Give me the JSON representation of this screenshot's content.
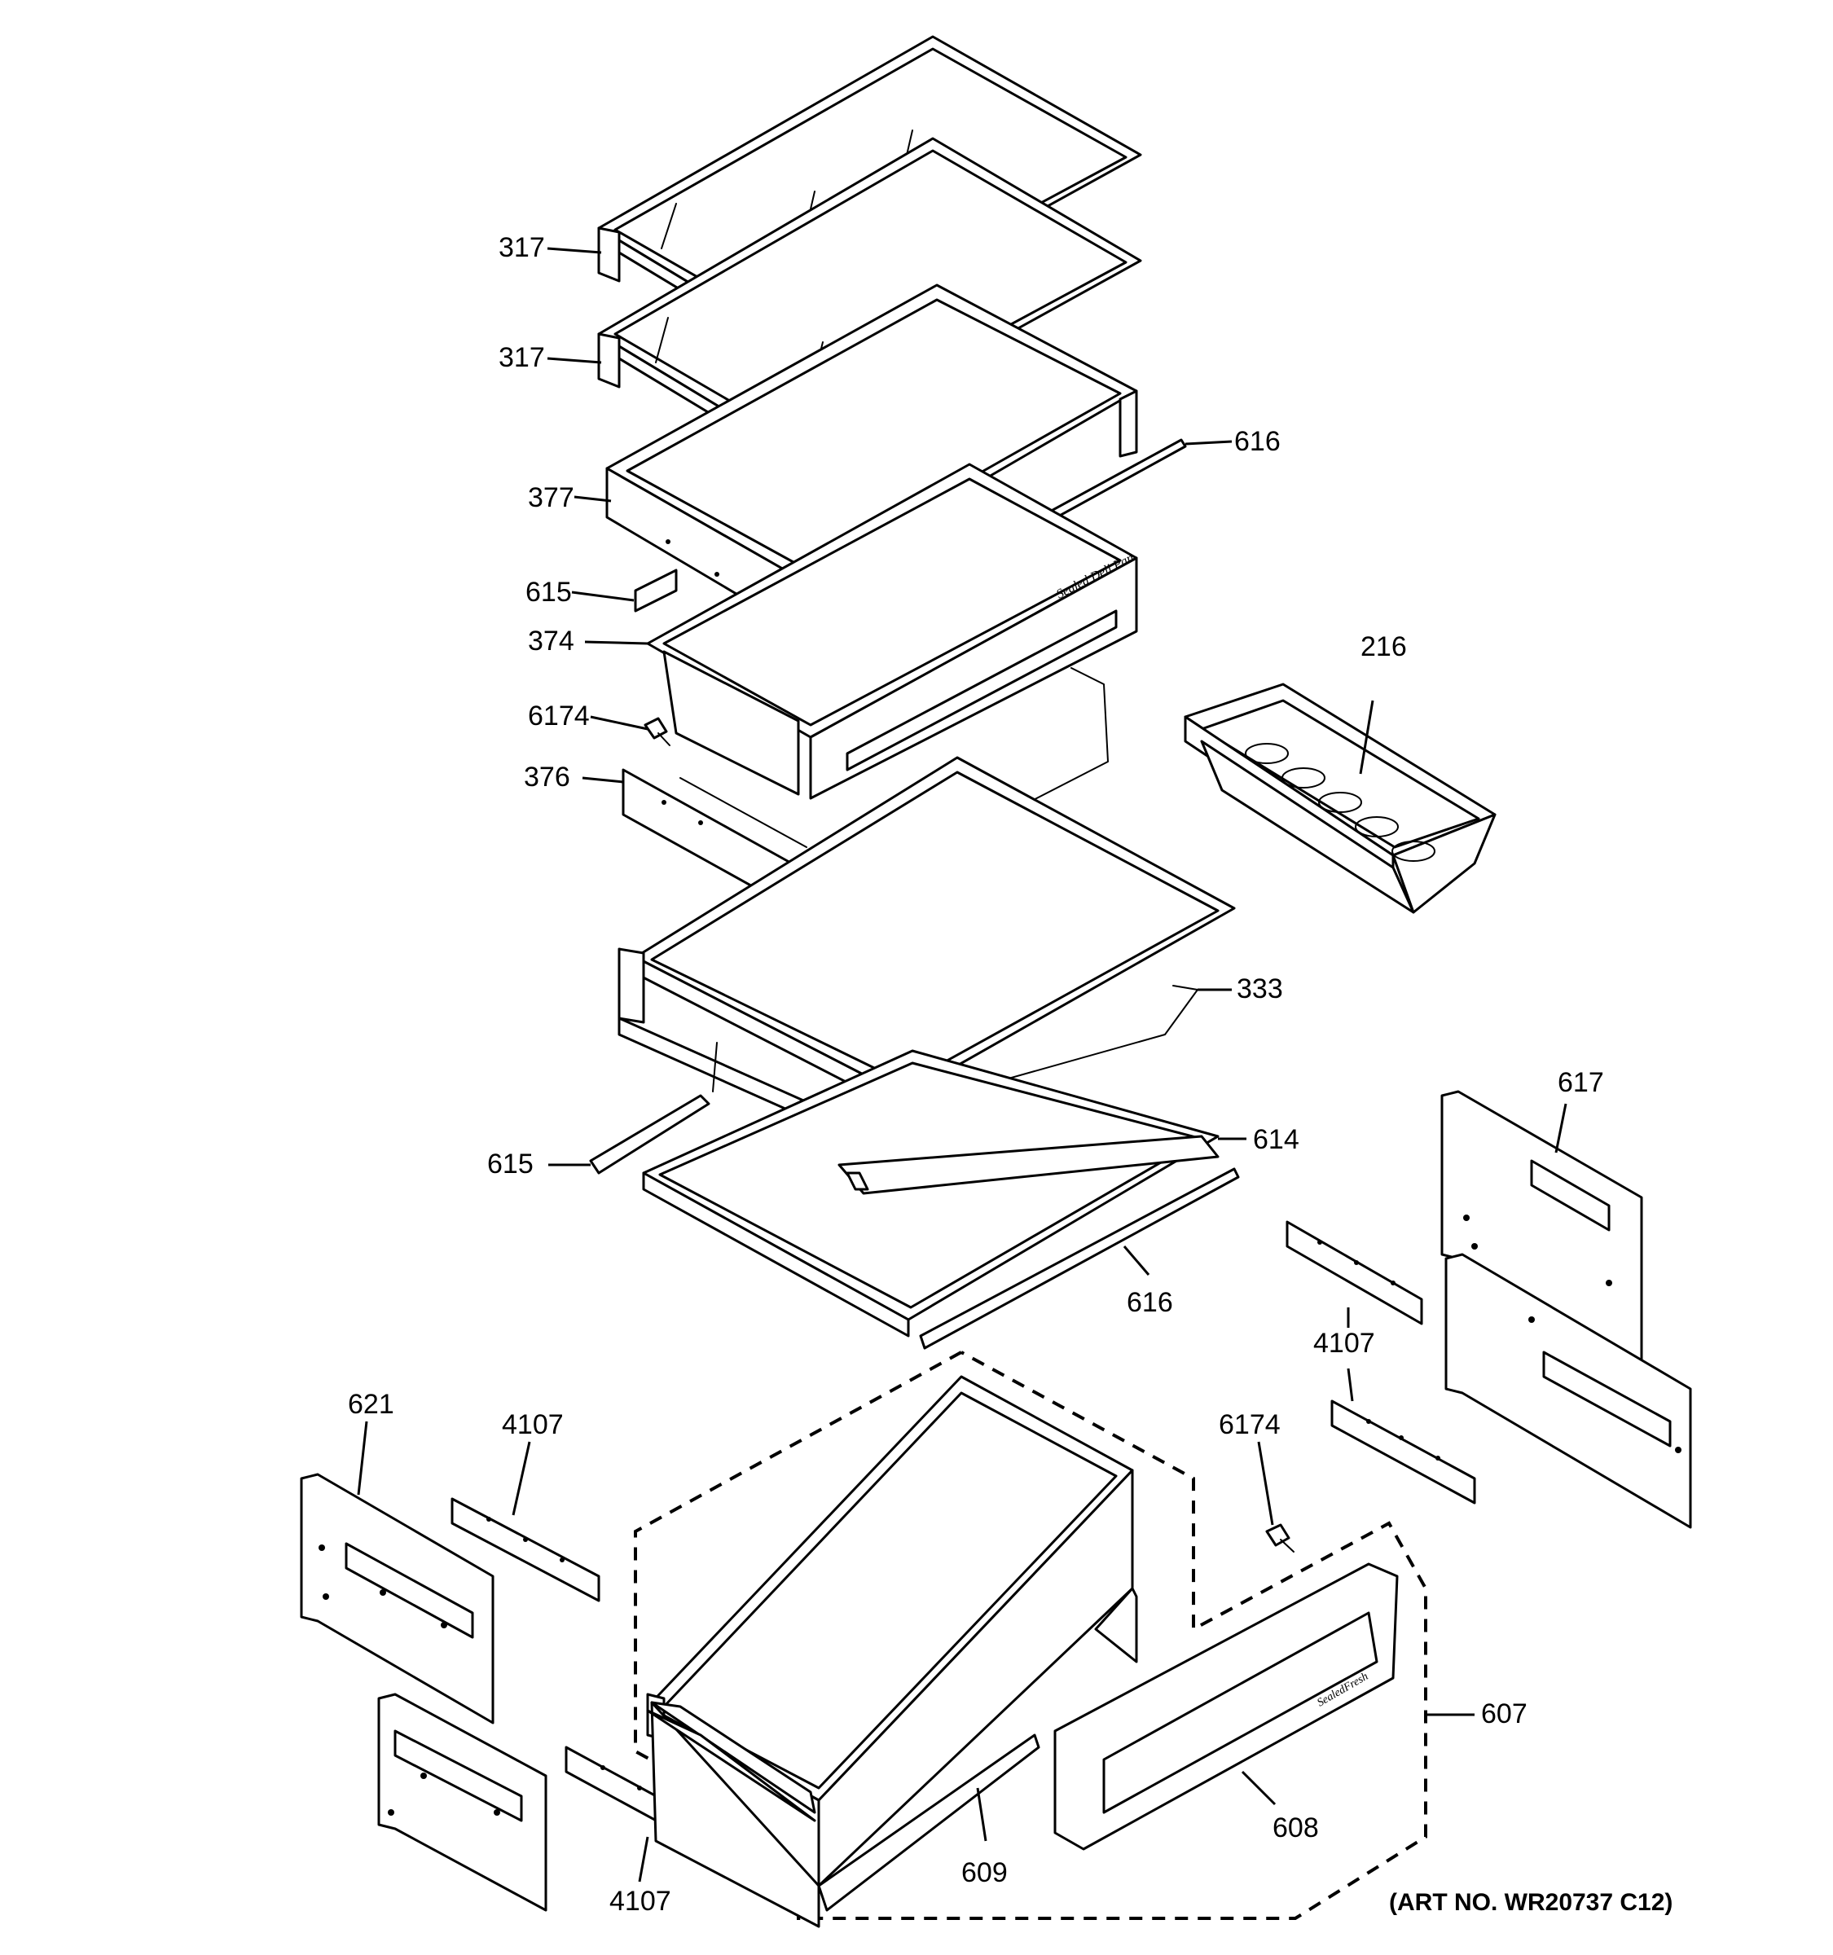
{
  "callouts": {
    "c317a": "317",
    "c317b": "317",
    "c377": "377",
    "c615a": "615",
    "c374": "374",
    "c6174a": "6174",
    "c376": "376",
    "c616a": "616",
    "c216": "216",
    "c333": "333",
    "c615b": "615",
    "c614": "614",
    "c616b": "616",
    "c617": "617",
    "c4107a": "4107",
    "c621": "621",
    "c4107b": "4107",
    "c6174b": "6174",
    "c607": "607",
    "c608": "608",
    "c609": "609",
    "c4107c": "4107"
  },
  "art_number": "(ART NO. WR20737 C12)"
}
